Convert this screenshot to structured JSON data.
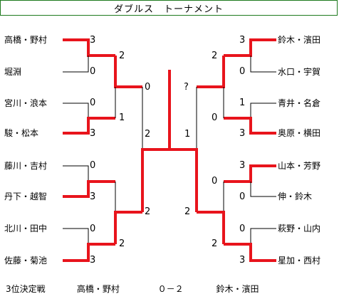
{
  "title": "ダブルス　トーナメント",
  "colors": {
    "winner_line": "#e8141c",
    "normal_line": "#000000",
    "title_border": "#1e7a1e"
  },
  "left_teams": [
    "高橋・野村",
    "堀淵",
    "宮川・浪本",
    "駿・松本",
    "藤川・吉村",
    "丹下・越智",
    "北川・田中",
    "佐藤・菊池"
  ],
  "right_teams": [
    "鈴木・濱田",
    "水口・宇賀",
    "青井・名倉",
    "奥原・横田",
    "山本・芳野",
    "伸・鈴木",
    "萩野・山内",
    "星加・西村"
  ],
  "scores": {
    "l_r1": [
      "3",
      "0",
      "0",
      "3",
      "0",
      "3",
      "0",
      "3"
    ],
    "l_r2": [
      "2",
      "0",
      "1",
      "2"
    ],
    "l_sf": [
      "2",
      "2"
    ],
    "r_r1": [
      "3",
      "0",
      "1",
      "3",
      "3",
      "0",
      "0",
      "3"
    ],
    "r_r2": [
      "2",
      "0",
      "0",
      "2"
    ],
    "r_sf": [
      "1",
      "2"
    ],
    "final": [
      "?"
    ]
  },
  "third_place": {
    "label": "3位決定戦",
    "team_a": "高橋・野村",
    "score": "０－２",
    "team_b": "鈴木・濱田"
  }
}
